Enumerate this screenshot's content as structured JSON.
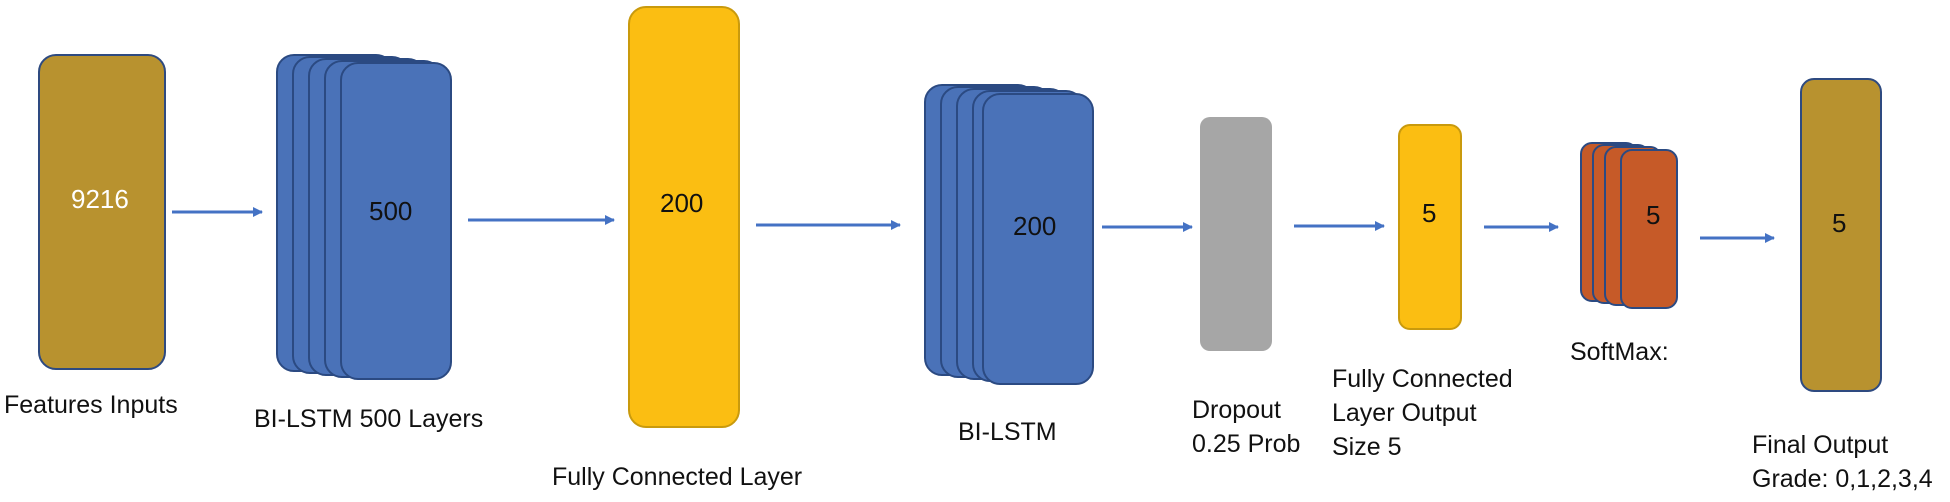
{
  "nodes": {
    "features_input": {
      "value": "9216",
      "label": "Features Inputs"
    },
    "bilstm_1": {
      "value": "500",
      "label": "BI-LSTM 500 Layers"
    },
    "fc_1": {
      "value": "200",
      "label": "Fully Connected Layer"
    },
    "bilstm_2": {
      "value": "200",
      "label": "BI-LSTM"
    },
    "dropout": {
      "label_line1": "Dropout",
      "label_line2": "0.25 Prob"
    },
    "fc_out": {
      "value": "5",
      "label_line1": "Fully Connected",
      "label_line2": "Layer Output",
      "label_line3": "Size 5"
    },
    "softmax": {
      "value": "5",
      "label": "SoftMax:"
    },
    "final_output": {
      "value": "5",
      "label_line1": "Final Output",
      "label_line2": "Grade: 0,1,2,3,4"
    }
  },
  "colors": {
    "gold": "#b8922f",
    "blue": "#4a72b8",
    "yellow": "#fbbe12",
    "grey": "#a6a6a6",
    "rust": "#c65a28",
    "arrow": "#4472c4"
  }
}
